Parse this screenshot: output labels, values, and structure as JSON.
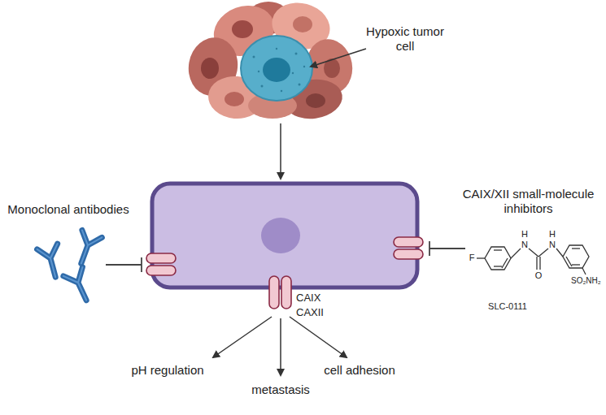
{
  "diagram": {
    "labels": [
      "Hypoxic tumor cell",
      "Monoclonal antibodies",
      "CAIX/XII small-molecule inhibitors",
      "H",
      "H",
      "N",
      "N",
      "F",
      "O",
      "SO₂NH₂",
      "SLC-0111",
      "CAIX",
      "CAXII",
      "pH regulation",
      "metastasis",
      "cell adhesion"
    ]
  }
}
